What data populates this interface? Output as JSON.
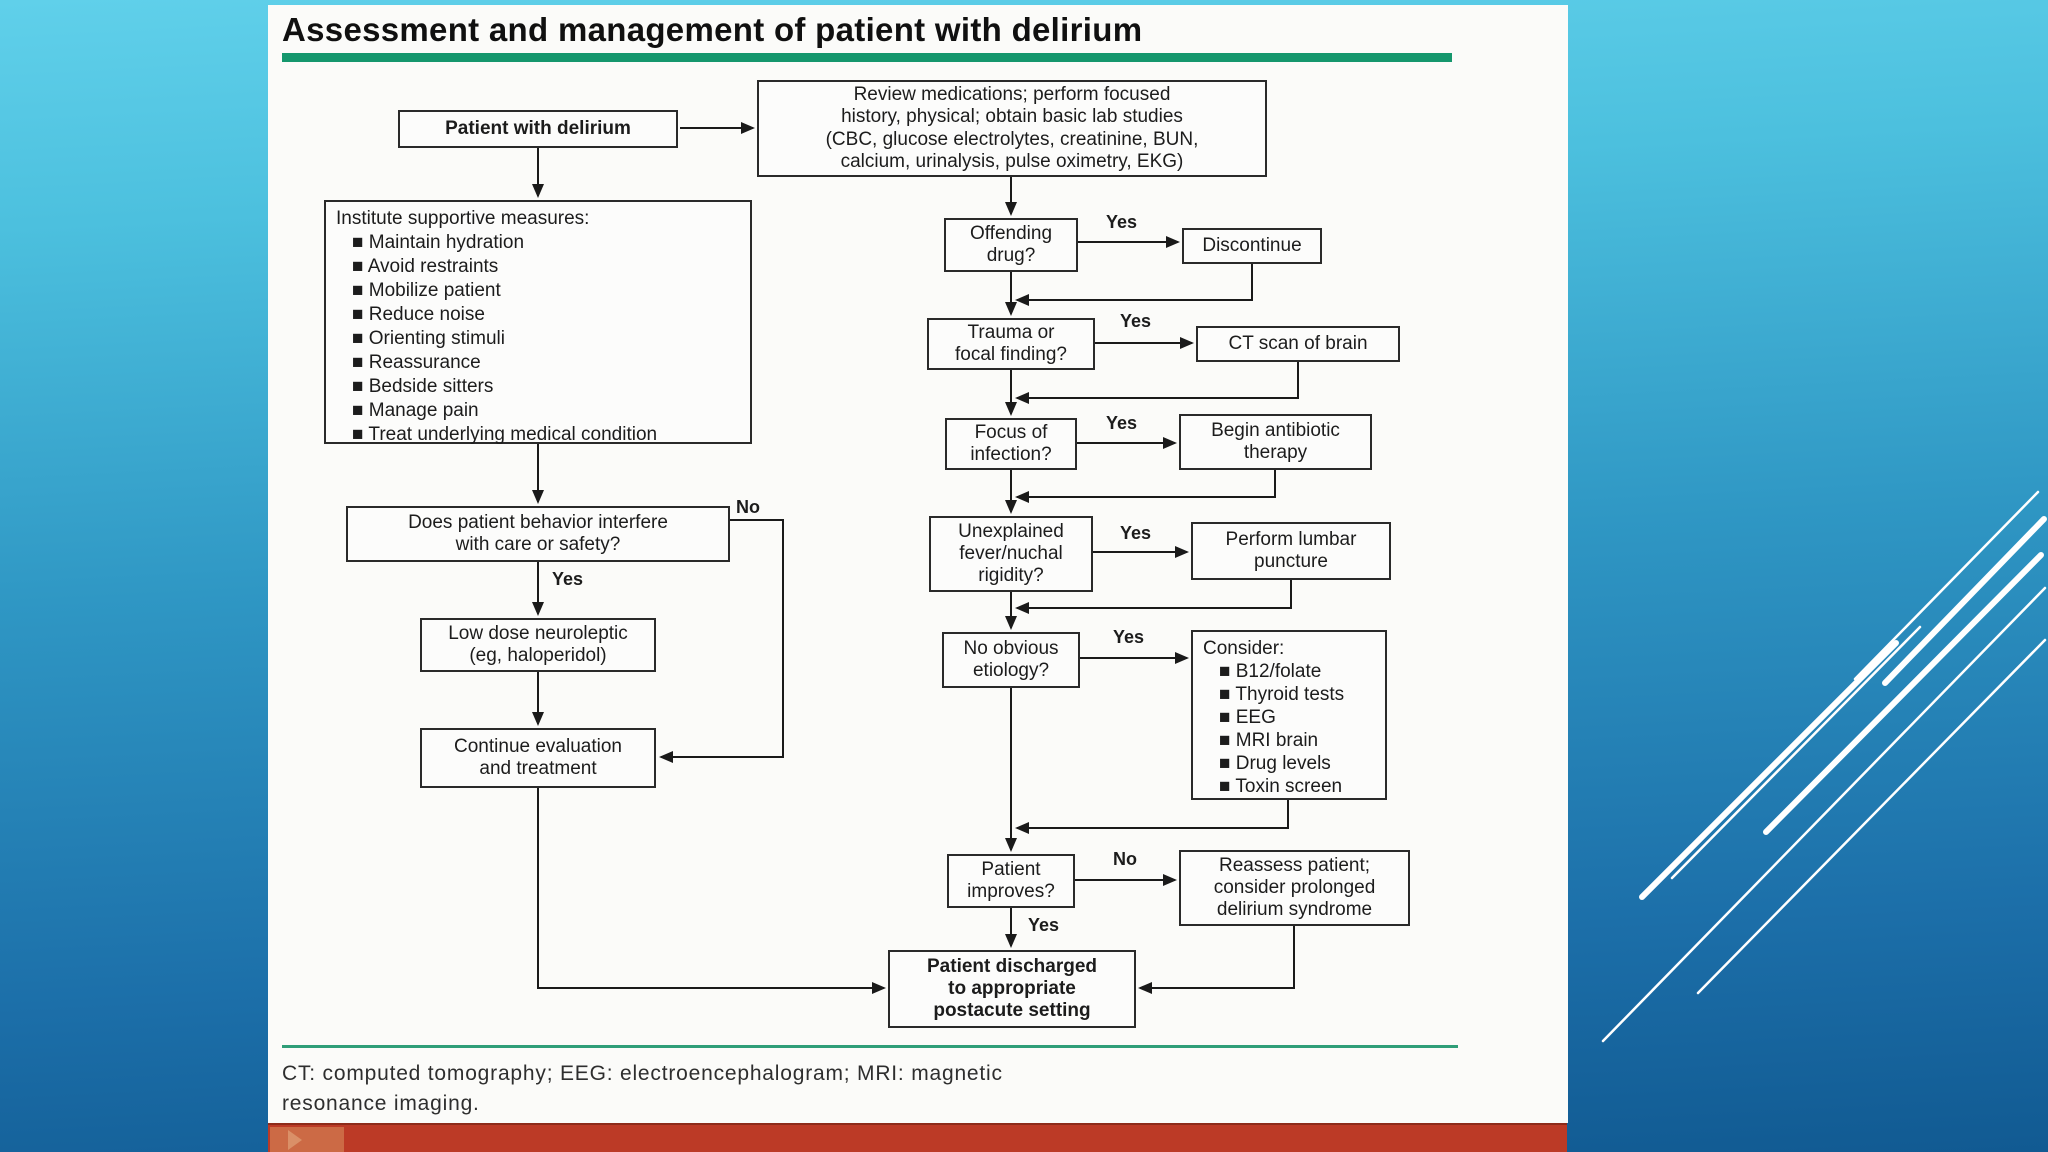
{
  "slide": {
    "title": "Assessment and management of patient with delirium",
    "labels": {
      "yes": "Yes",
      "no": "No"
    },
    "nodes": {
      "patient": "Patient with delirium",
      "review": "Review medications; perform focused\nhistory, physical; obtain basic lab studies\n(CBC, glucose electrolytes, creatinine, BUN,\ncalcium, urinalysis, pulse oximetry, EKG)",
      "supportive_header": "Institute supportive measures:",
      "supportive_items": [
        "■ Maintain hydration",
        "■ Avoid restraints",
        "■ Mobilize patient",
        "■ Reduce noise",
        "■ Orienting stimuli",
        "■ Reassurance",
        "■ Bedside sitters",
        "■ Manage pain",
        "■ Treat underlying medical condition"
      ],
      "behavior": "Does patient behavior interfere\nwith care or safety?",
      "neuroleptic": "Low dose neuroleptic\n(eg, haloperidol)",
      "continue_eval": "Continue evaluation\nand treatment",
      "offending": "Offending\ndrug?",
      "discontinue": "Discontinue",
      "trauma": "Trauma or\nfocal finding?",
      "ct_scan": "CT scan of brain",
      "infection": "Focus of\ninfection?",
      "antibiotic": "Begin antibiotic\ntherapy",
      "fever": "Unexplained\nfever/nuchal\nrigidity?",
      "lumbar": "Perform lumbar\npuncture",
      "etiology": "No obvious\netiology?",
      "consider_header": "Consider:",
      "consider_items": [
        "■ B12/folate",
        "■ Thyroid tests",
        "■ EEG",
        "■ MRI brain",
        "■ Drug levels",
        "■ Toxin screen"
      ],
      "improves": "Patient\nimproves?",
      "reassess": "Reassess patient;\nconsider prolonged\ndelirium syndrome",
      "discharged": "Patient discharged\nto appropriate\npostacute setting"
    },
    "footnote": "CT: computed tomography; EEG: electroencephalogram; MRI: magnetic\nresonance imaging.",
    "colors": {
      "accent_green": "#15976d",
      "bar_orange": "#bc3a26",
      "background_top": "#60d0ea",
      "background_bottom": "#115a92"
    }
  }
}
